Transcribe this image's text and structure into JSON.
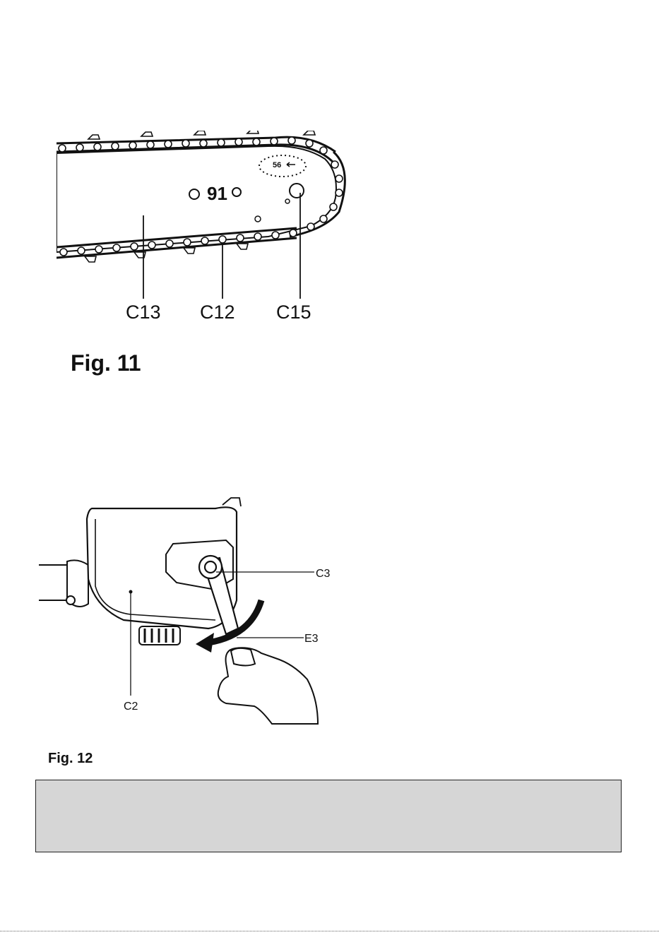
{
  "figure11": {
    "caption": "Fig. 11",
    "bar_number": "91",
    "bar_marking": "56",
    "labels": {
      "c13": "C13",
      "c12": "C12",
      "c15": "C15"
    }
  },
  "figure12": {
    "caption": "Fig. 12",
    "labels": {
      "c3": "C3",
      "e3": "E3",
      "c2": "C2"
    }
  },
  "note_box": {
    "text": ""
  }
}
